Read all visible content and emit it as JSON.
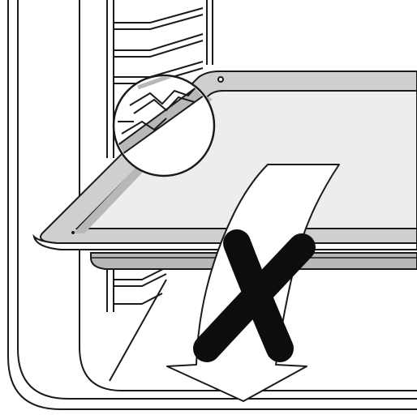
{
  "figure": {
    "subject": "oven-tray-insertion-instruction",
    "colors": {
      "background": "#ffffff",
      "line": "#1a1a1a",
      "tray_fill": "#ededed",
      "tray_shade": "#b8b8b8",
      "rim_shade": "#cfcfcf",
      "mark": "#0d0d0d"
    },
    "icons": [
      "magnifier-detail-circle",
      "down-arrow",
      "prohibited-x-mark"
    ]
  }
}
